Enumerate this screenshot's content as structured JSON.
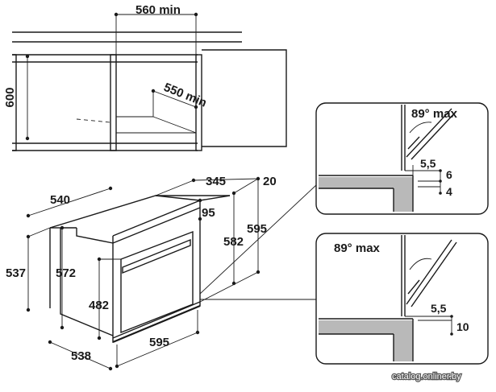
{
  "cabinet_view": {
    "width_label": "560 min",
    "height_label": "600",
    "depth_label": "550 min"
  },
  "oven_view": {
    "top_depth": "540",
    "depth_345": "345",
    "depth_20": "20",
    "offset_95": "95",
    "height_595": "595",
    "height_582": "582",
    "height_537": "537",
    "height_572": "572",
    "height_482": "482",
    "bottom_depth": "538",
    "front_width": "595"
  },
  "detail_top": {
    "angle": "89° max",
    "gap": "5,5",
    "d6": "6",
    "d4": "4"
  },
  "detail_bottom": {
    "angle": "89° max",
    "gap": "5,5",
    "d10": "10"
  },
  "watermark": "catalog.onliner.by"
}
